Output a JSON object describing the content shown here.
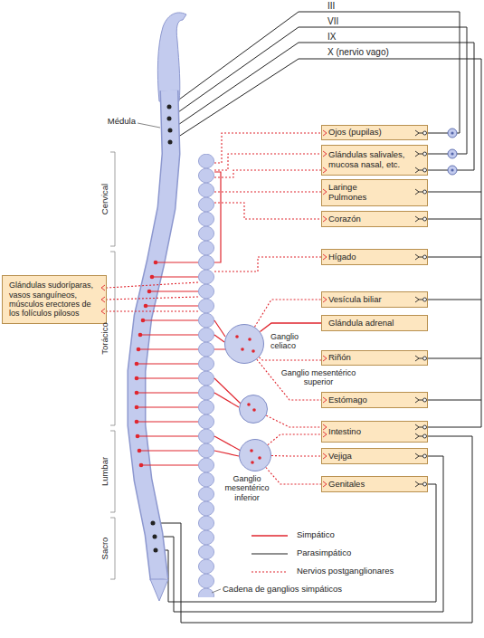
{
  "diagram": {
    "nodes": [
      {
        "text": [
          "Ojos (pupilas)"
        ]
      },
      {
        "text": [
          "Glándulas salivales, mucosa nasal, etc."
        ]
      },
      {
        "text": [
          "Laringe Pulmones"
        ]
      },
      {
        "text": [
          "Corazón"
        ]
      },
      {
        "text": [
          "Hígado"
        ]
      },
      {
        "text": [
          "Glándulas sudoríparas, vasos sanguíneos, músculos erectores de los folículos pilosos"
        ]
      },
      {
        "text": [
          "Vesícula biliar"
        ]
      },
      {
        "text": [
          "Glándula adrenal"
        ]
      },
      {
        "text": [
          "Ganglio celiaco"
        ]
      },
      {
        "text": [
          "Riñón"
        ]
      },
      {
        "text": [
          "Ganglio mesentérico superior"
        ]
      },
      {
        "text": [
          "Estómago"
        ]
      },
      {
        "text": [
          "Intestino"
        ]
      },
      {
        "text": [
          "Ganglio mesentérico inferior"
        ]
      },
      {
        "text": [
          "Vejiga"
        ]
      },
      {
        "text": [
          "Genitales"
        ]
      }
    ],
    "edges": [
      {
        "from": 8,
        "to": 6,
        "arrow": "none"
      },
      {
        "from": 8,
        "to": 7,
        "arrow": "none"
      },
      {
        "from": 8,
        "to": 9,
        "arrow": "none"
      },
      {
        "from": 8,
        "to": 11,
        "arrow": "none"
      },
      {
        "from": 10,
        "to": 12,
        "arrow": "none"
      },
      {
        "from": 13,
        "to": 12,
        "arrow": "none"
      },
      {
        "from": 13,
        "to": 14,
        "arrow": "none"
      },
      {
        "from": 13,
        "to": 15,
        "arrow": "none"
      }
    ],
    "labels": [
      "III",
      "VII",
      "IX",
      "X (nervio vago)",
      "Médula",
      "Cervical",
      "Torácico",
      "Lumbar",
      "Sacro",
      "Cadena de ganglios simpáticos"
    ],
    "legend": [
      {
        "text": "Simpático"
      },
      {
        "text": "Parasimpático"
      },
      {
        "text": "Nervios postganglionares"
      }
    ]
  }
}
